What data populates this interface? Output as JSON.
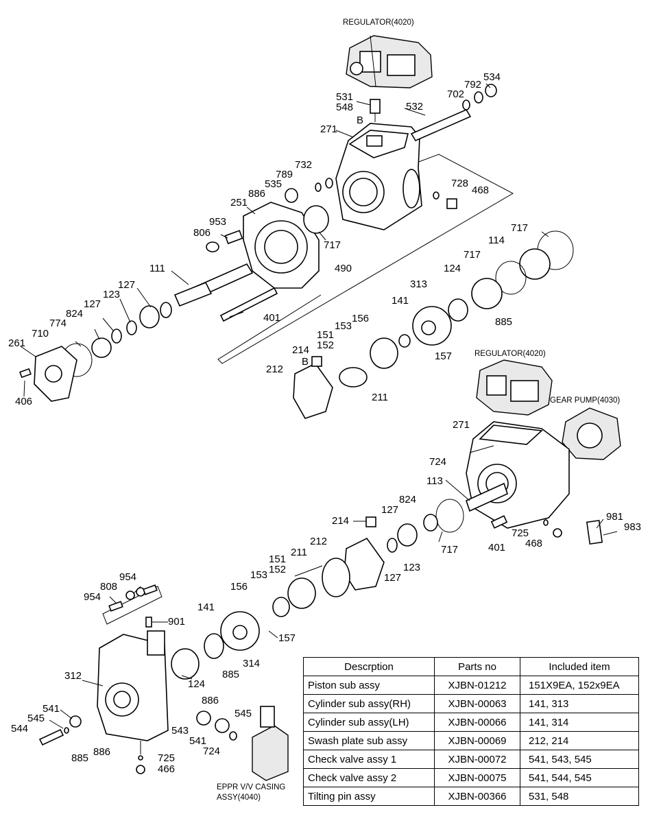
{
  "captions": {
    "regulator_top": "REGULATOR(4020)",
    "regulator_mid": "REGULATOR(4020)",
    "gear_pump": "GEAR PUMP(4030)",
    "eppr_line1": "EPPR V/V CASING",
    "eppr_line2": "ASSY(4040)"
  },
  "labels": [
    {
      "id": "534",
      "text": "534"
    },
    {
      "id": "792",
      "text": "792"
    },
    {
      "id": "702",
      "text": "702"
    },
    {
      "id": "531",
      "text": "531"
    },
    {
      "id": "548",
      "text": "548"
    },
    {
      "id": "532",
      "text": "532"
    },
    {
      "id": "B1",
      "text": "B"
    },
    {
      "id": "271a",
      "text": "271"
    },
    {
      "id": "732",
      "text": "732"
    },
    {
      "id": "789",
      "text": "789"
    },
    {
      "id": "535",
      "text": "535"
    },
    {
      "id": "886a",
      "text": "886"
    },
    {
      "id": "728",
      "text": "728"
    },
    {
      "id": "468a",
      "text": "468"
    },
    {
      "id": "251",
      "text": "251"
    },
    {
      "id": "953",
      "text": "953"
    },
    {
      "id": "806",
      "text": "806"
    },
    {
      "id": "717a",
      "text": "717"
    },
    {
      "id": "717b",
      "text": "717"
    },
    {
      "id": "114",
      "text": "114"
    },
    {
      "id": "717c",
      "text": "717"
    },
    {
      "id": "111",
      "text": "111"
    },
    {
      "id": "490",
      "text": "490"
    },
    {
      "id": "124a",
      "text": "124"
    },
    {
      "id": "127a",
      "text": "127"
    },
    {
      "id": "123a",
      "text": "123"
    },
    {
      "id": "313",
      "text": "313"
    },
    {
      "id": "127b",
      "text": "127"
    },
    {
      "id": "824a",
      "text": "824"
    },
    {
      "id": "141a",
      "text": "141"
    },
    {
      "id": "774",
      "text": "774"
    },
    {
      "id": "401a",
      "text": "401"
    },
    {
      "id": "885a",
      "text": "885"
    },
    {
      "id": "710",
      "text": "710"
    },
    {
      "id": "156a",
      "text": "156"
    },
    {
      "id": "261",
      "text": "261"
    },
    {
      "id": "153a",
      "text": "153"
    },
    {
      "id": "151a",
      "text": "151"
    },
    {
      "id": "152a",
      "text": "152"
    },
    {
      "id": "157a",
      "text": "157"
    },
    {
      "id": "214a",
      "text": "214"
    },
    {
      "id": "B2",
      "text": "B"
    },
    {
      "id": "212a",
      "text": "212"
    },
    {
      "id": "406",
      "text": "406"
    },
    {
      "id": "211a",
      "text": "211"
    },
    {
      "id": "271b",
      "text": "271"
    },
    {
      "id": "724a",
      "text": "724"
    },
    {
      "id": "113",
      "text": "113"
    },
    {
      "id": "824b",
      "text": "824"
    },
    {
      "id": "127c",
      "text": "127"
    },
    {
      "id": "214b",
      "text": "214"
    },
    {
      "id": "981",
      "text": "981"
    },
    {
      "id": "983",
      "text": "983"
    },
    {
      "id": "725a",
      "text": "725"
    },
    {
      "id": "401b",
      "text": "401"
    },
    {
      "id": "717d",
      "text": "717"
    },
    {
      "id": "468b",
      "text": "468"
    },
    {
      "id": "212b",
      "text": "212"
    },
    {
      "id": "211b",
      "text": "211"
    },
    {
      "id": "151b",
      "text": "151"
    },
    {
      "id": "152b",
      "text": "152"
    },
    {
      "id": "123b",
      "text": "123"
    },
    {
      "id": "127d",
      "text": "127"
    },
    {
      "id": "153b",
      "text": "153"
    },
    {
      "id": "954a",
      "text": "954"
    },
    {
      "id": "808",
      "text": "808"
    },
    {
      "id": "954b",
      "text": "954"
    },
    {
      "id": "156b",
      "text": "156"
    },
    {
      "id": "141b",
      "text": "141"
    },
    {
      "id": "901",
      "text": "901"
    },
    {
      "id": "157b",
      "text": "157"
    },
    {
      "id": "314",
      "text": "314"
    },
    {
      "id": "312",
      "text": "312"
    },
    {
      "id": "885b",
      "text": "885"
    },
    {
      "id": "124b",
      "text": "124"
    },
    {
      "id": "886b",
      "text": "886"
    },
    {
      "id": "541a",
      "text": "541"
    },
    {
      "id": "545a",
      "text": "545"
    },
    {
      "id": "545b",
      "text": "545"
    },
    {
      "id": "544",
      "text": "544"
    },
    {
      "id": "543",
      "text": "543"
    },
    {
      "id": "541b",
      "text": "541"
    },
    {
      "id": "724b",
      "text": "724"
    },
    {
      "id": "885c",
      "text": "885"
    },
    {
      "id": "886c",
      "text": "886"
    },
    {
      "id": "725b",
      "text": "725"
    },
    {
      "id": "466",
      "text": "466"
    }
  ],
  "table": {
    "headers": [
      "Descrption",
      "Parts no",
      "Included item"
    ],
    "rows": [
      [
        "Piston sub assy",
        "XJBN-01212",
        "151X9EA, 152x9EA"
      ],
      [
        "Cylinder sub assy(RH)",
        "XJBN-00063",
        "141, 313"
      ],
      [
        "Cylinder sub assy(LH)",
        "XJBN-00066",
        "141, 314"
      ],
      [
        "Swash plate sub assy",
        "XJBN-00069",
        "212, 214"
      ],
      [
        "Check valve assy 1",
        "XJBN-00072",
        "541, 543, 545"
      ],
      [
        "Check valve assy 2",
        "XJBN-00075",
        "541, 544, 545"
      ],
      [
        "Tilting pin assy",
        "XJBN-00366",
        "531, 548"
      ]
    ]
  }
}
